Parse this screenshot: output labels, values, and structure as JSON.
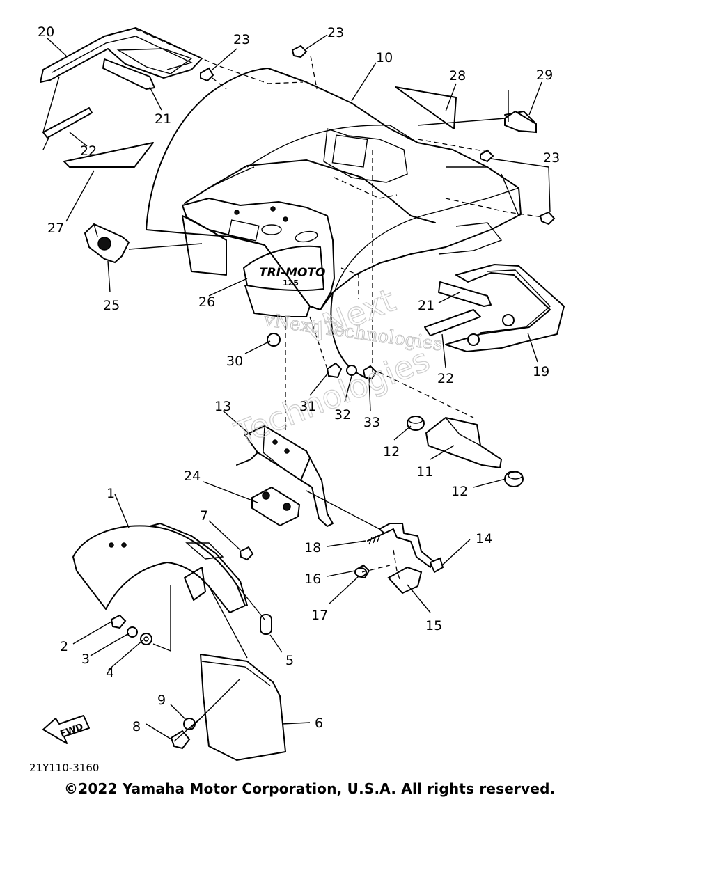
{
  "drawing_number": "21Y110-3160",
  "copyright": "©2022 Yamaha Motor Corporation, U.S.A. All rights reserved.",
  "watermark": {
    "line1": "vNext Technologies",
    "line2a": "vNext",
    "line2b": "Technologies"
  },
  "decal_text": {
    "brand": "TRI-MOTO",
    "model": "125"
  },
  "fwd_arrow_text": "FWD",
  "part_labels": {
    "p1": "1",
    "p2": "2",
    "p3": "3",
    "p4": "4",
    "p5": "5",
    "p6": "6",
    "p7": "7",
    "p8": "8",
    "p9": "9",
    "p10": "10",
    "p11": "11",
    "p12a": "12",
    "p12b": "12",
    "p13": "13",
    "p14": "14",
    "p15": "15",
    "p16": "16",
    "p17": "17",
    "p18": "18",
    "p19": "19",
    "p20": "20",
    "p21a": "21",
    "p21b": "21",
    "p22a": "22",
    "p22b": "22",
    "p23a": "23",
    "p23b": "23",
    "p23c": "23",
    "p24": "24",
    "p25": "25",
    "p26": "26",
    "p27": "27",
    "p28": "28",
    "p29": "29",
    "p30": "30",
    "p31": "31",
    "p32": "32",
    "p33": "33"
  }
}
